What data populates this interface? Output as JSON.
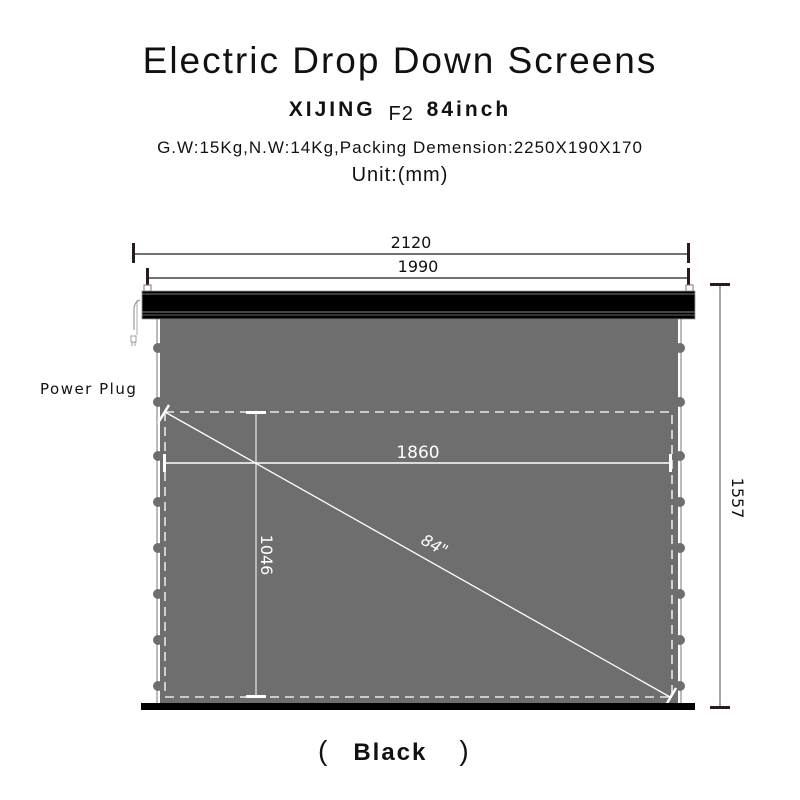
{
  "header": {
    "title": "Electric Drop Down Screens",
    "brand": "XIJING",
    "model": "F2",
    "size": "84inch",
    "specs": "G.W:15Kg,N.W:14Kg,Packing Demension:2250X190X170",
    "unit": "Unit:(mm)"
  },
  "diagram": {
    "dimensions": {
      "overall_width": "2120",
      "housing_width": "1990",
      "viewable_width": "1860",
      "viewable_height": "1046",
      "overall_height": "1557",
      "diagonal": "84\""
    },
    "labels": {
      "power_plug": "Power Plug"
    },
    "colors": {
      "screen_fabric": "#6e6e6e",
      "housing": "#000000",
      "dimension_lines": "#444444",
      "viewable_area_lines": "#ffffff"
    }
  },
  "footer": {
    "open_paren": "(",
    "color_name": "Black",
    "close_paren": ")"
  }
}
